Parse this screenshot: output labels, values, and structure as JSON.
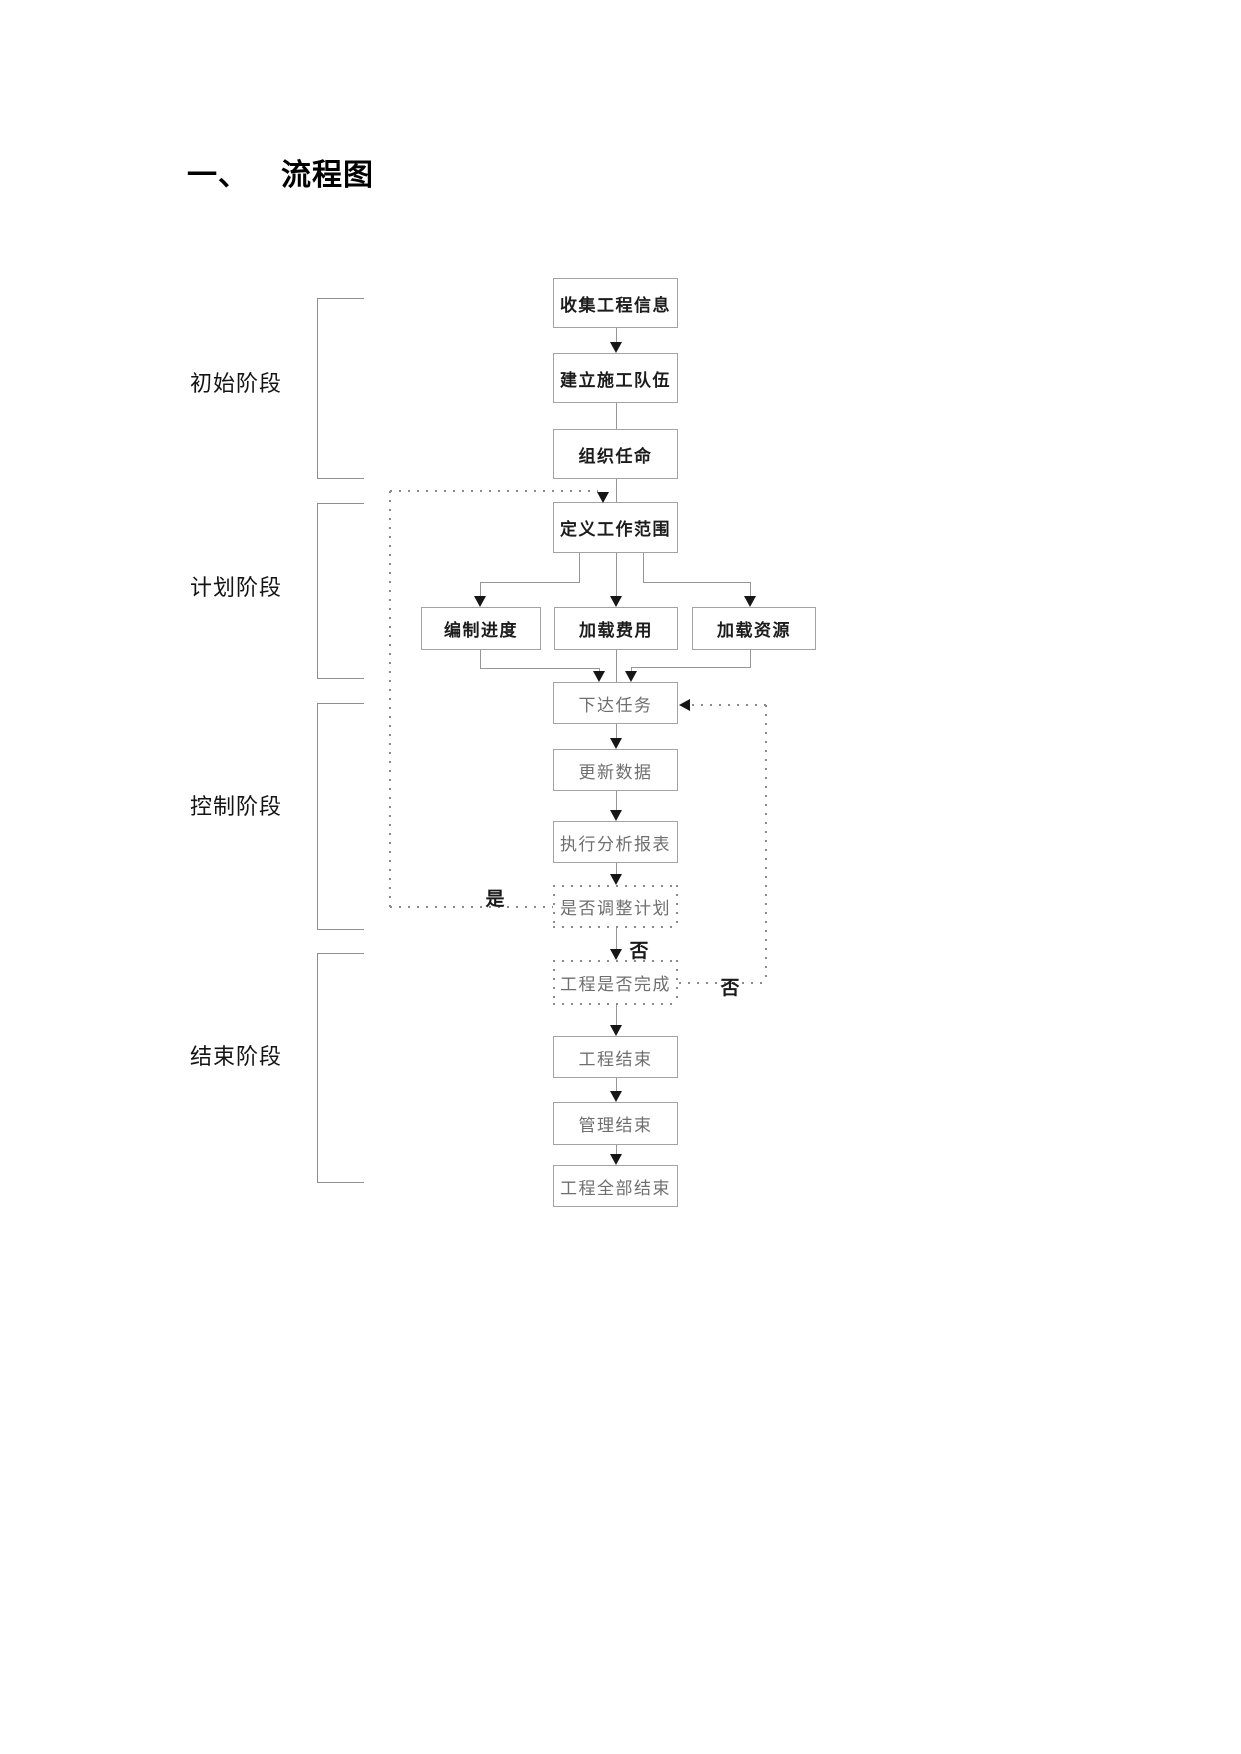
{
  "title": {
    "numbering": "一、",
    "text": "流程图"
  },
  "flowchart": {
    "phases": [
      {
        "label": "初始阶段"
      },
      {
        "label": "计划阶段"
      },
      {
        "label": "控制阶段"
      },
      {
        "label": "结束阶段"
      }
    ],
    "nodes": [
      {
        "id": "collect-project-info",
        "label": "收集工程信息",
        "emphasis": "bold",
        "border": "solid"
      },
      {
        "id": "build-construction-team",
        "label": "建立施工队伍",
        "emphasis": "bold",
        "border": "solid"
      },
      {
        "id": "organization-appointment",
        "label": "组织任命",
        "emphasis": "bold",
        "border": "solid"
      },
      {
        "id": "define-work-scope",
        "label": "定义工作范围",
        "emphasis": "bold",
        "border": "solid"
      },
      {
        "id": "compile-schedule",
        "label": "编制进度",
        "emphasis": "bold",
        "border": "solid"
      },
      {
        "id": "load-cost",
        "label": "加载费用",
        "emphasis": "bold",
        "border": "solid"
      },
      {
        "id": "load-resources",
        "label": "加载资源",
        "emphasis": "bold",
        "border": "solid"
      },
      {
        "id": "issue-tasks",
        "label": "下达任务",
        "emphasis": "plain",
        "border": "solid"
      },
      {
        "id": "update-data",
        "label": "更新数据",
        "emphasis": "plain",
        "border": "solid"
      },
      {
        "id": "run-analysis-reports",
        "label": "执行分析报表",
        "emphasis": "plain",
        "border": "solid"
      },
      {
        "id": "adjust-plan-decision",
        "label": "是否调整计划",
        "emphasis": "plain",
        "border": "dotted"
      },
      {
        "id": "project-complete-decision",
        "label": "工程是否完成",
        "emphasis": "plain",
        "border": "dotted"
      },
      {
        "id": "project-end",
        "label": "工程结束",
        "emphasis": "plain",
        "border": "solid"
      },
      {
        "id": "management-end",
        "label": "管理结束",
        "emphasis": "plain",
        "border": "solid"
      },
      {
        "id": "project-all-end",
        "label": "工程全部结束",
        "emphasis": "plain",
        "border": "solid"
      }
    ],
    "edges": [
      {
        "from": "collect-project-info",
        "to": "build-construction-team",
        "style": "solid",
        "label": ""
      },
      {
        "from": "build-construction-team",
        "to": "organization-appointment",
        "style": "solid",
        "label": ""
      },
      {
        "from": "organization-appointment",
        "to": "define-work-scope",
        "style": "solid",
        "label": ""
      },
      {
        "from": "define-work-scope",
        "to": "compile-schedule",
        "style": "solid",
        "label": ""
      },
      {
        "from": "define-work-scope",
        "to": "load-cost",
        "style": "solid",
        "label": ""
      },
      {
        "from": "define-work-scope",
        "to": "load-resources",
        "style": "solid",
        "label": ""
      },
      {
        "from": "compile-schedule",
        "to": "issue-tasks",
        "style": "solid",
        "label": ""
      },
      {
        "from": "load-cost",
        "to": "issue-tasks",
        "style": "solid",
        "label": ""
      },
      {
        "from": "load-resources",
        "to": "issue-tasks",
        "style": "solid",
        "label": ""
      },
      {
        "from": "issue-tasks",
        "to": "update-data",
        "style": "solid",
        "label": ""
      },
      {
        "from": "update-data",
        "to": "run-analysis-reports",
        "style": "solid",
        "label": ""
      },
      {
        "from": "run-analysis-reports",
        "to": "adjust-plan-decision",
        "style": "solid",
        "label": ""
      },
      {
        "from": "adjust-plan-decision",
        "to": "define-work-scope",
        "style": "dotted",
        "label": "是"
      },
      {
        "from": "adjust-plan-decision",
        "to": "project-complete-decision",
        "style": "solid",
        "label": "否"
      },
      {
        "from": "project-complete-decision",
        "to": "issue-tasks",
        "style": "dotted",
        "label": "否"
      },
      {
        "from": "project-complete-decision",
        "to": "project-end",
        "style": "solid",
        "label": ""
      },
      {
        "from": "project-end",
        "to": "management-end",
        "style": "solid",
        "label": ""
      },
      {
        "from": "management-end",
        "to": "project-all-end",
        "style": "solid",
        "label": ""
      }
    ],
    "branch_labels": {
      "adjust_yes": "是",
      "adjust_no": "否",
      "complete_no": "否"
    },
    "colors": {
      "box_border": "#a3a3a3",
      "dotted_line": "#8a8a8a",
      "connector_line": "#969696",
      "arrowhead": "#161616",
      "bold_text": "#1c1c1c",
      "plain_text": "#6f6f6f",
      "background": "#ffffff"
    }
  }
}
